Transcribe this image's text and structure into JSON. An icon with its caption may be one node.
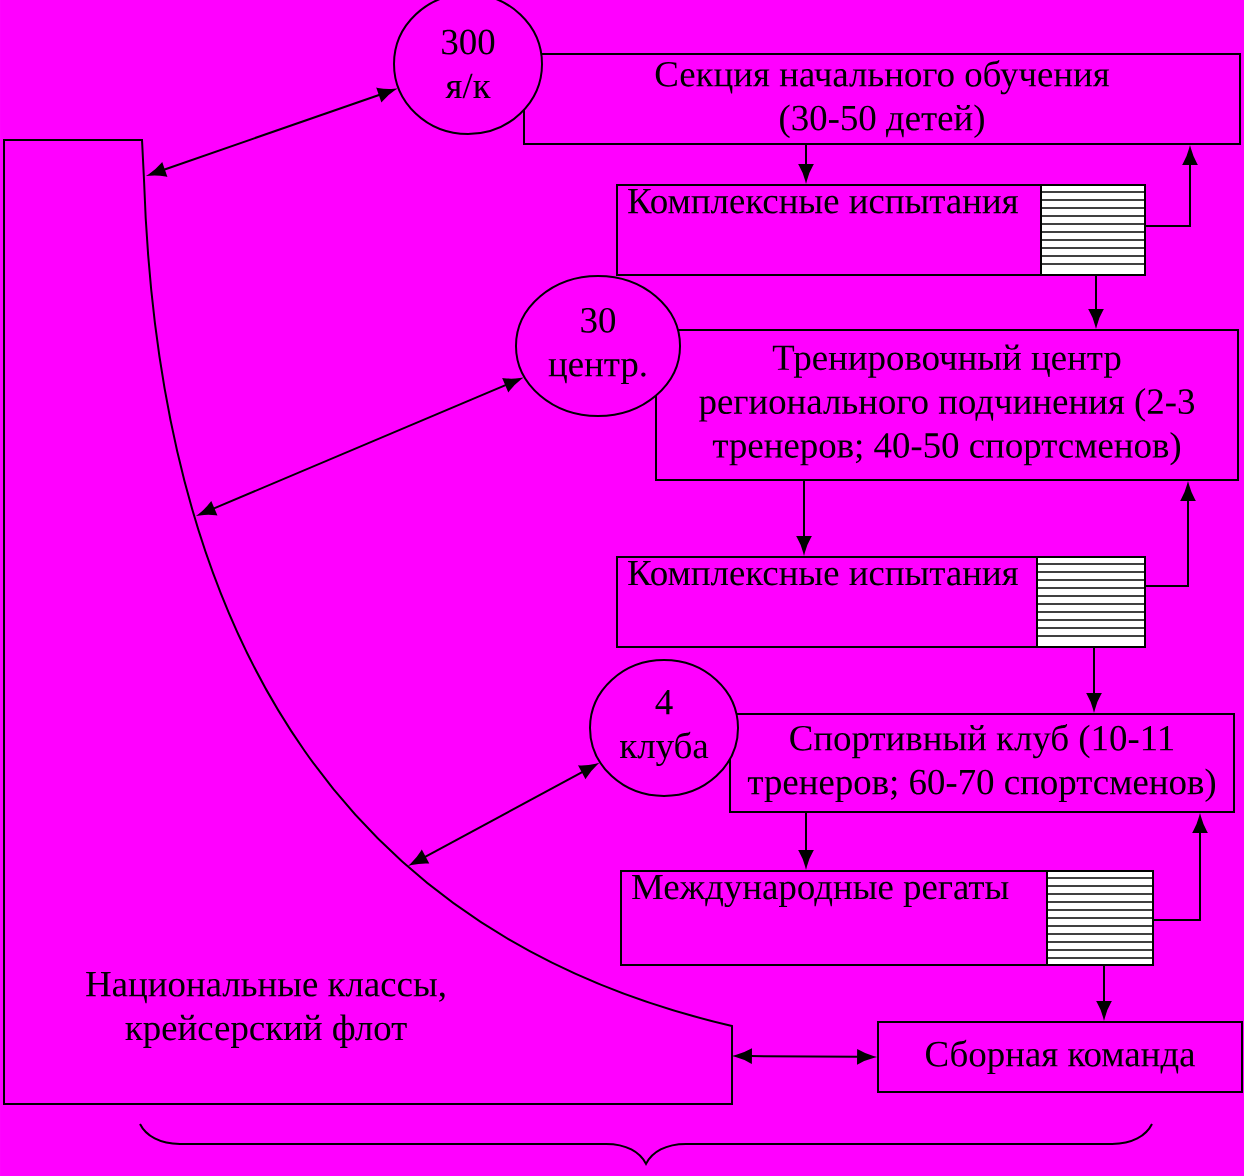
{
  "diagram": {
    "nodes": [
      {
        "text": [
          "300 я/к"
        ]
      },
      {
        "text": [
          "Секция начального обучения (30-50 детей)"
        ]
      },
      {
        "text": [
          "Комплексные испытания"
        ]
      },
      {
        "text": [],
        "shape": "box",
        "in": 2
      },
      {
        "text": [
          "30 центр."
        ]
      },
      {
        "text": [
          "Тренировочный центр регионального подчинения (2-3 тренеров; 40-50 спортсменов)"
        ]
      },
      {
        "text": [
          "Комплексные испытания"
        ]
      },
      {
        "text": [],
        "shape": "box",
        "in": 6
      },
      {
        "text": [
          "4 клуба"
        ]
      },
      {
        "text": [
          "Спортивный клуб (10-11 тренеров; 60-70 спортсменов)"
        ]
      },
      {
        "text": [
          "Международные регаты"
        ]
      },
      {
        "text": [],
        "shape": "box",
        "in": 10
      },
      {
        "text": [
          "Национальные классы, крейсерский флот"
        ]
      },
      {
        "text": [
          "Сборная команда"
        ]
      }
    ],
    "edges": [
      {
        "from": 0,
        "to": 12,
        "arrow": "both"
      },
      {
        "from": 1,
        "to": 2,
        "arrow": "to"
      },
      {
        "from": 3,
        "to": 1,
        "arrow": "to"
      },
      {
        "from": 3,
        "to": 5,
        "arrow": "to"
      },
      {
        "from": 4,
        "to": 12,
        "arrow": "both"
      },
      {
        "from": 5,
        "to": 6,
        "arrow": "to"
      },
      {
        "from": 7,
        "to": 5,
        "arrow": "to"
      },
      {
        "from": 7,
        "to": 9,
        "arrow": "to"
      },
      {
        "from": 8,
        "to": 12,
        "arrow": "both"
      },
      {
        "from": 9,
        "to": 10,
        "arrow": "to"
      },
      {
        "from": 11,
        "to": 9,
        "arrow": "to"
      },
      {
        "from": 11,
        "to": 13,
        "arrow": "to"
      },
      {
        "from": 12,
        "to": 13,
        "arrow": "both"
      }
    ]
  }
}
